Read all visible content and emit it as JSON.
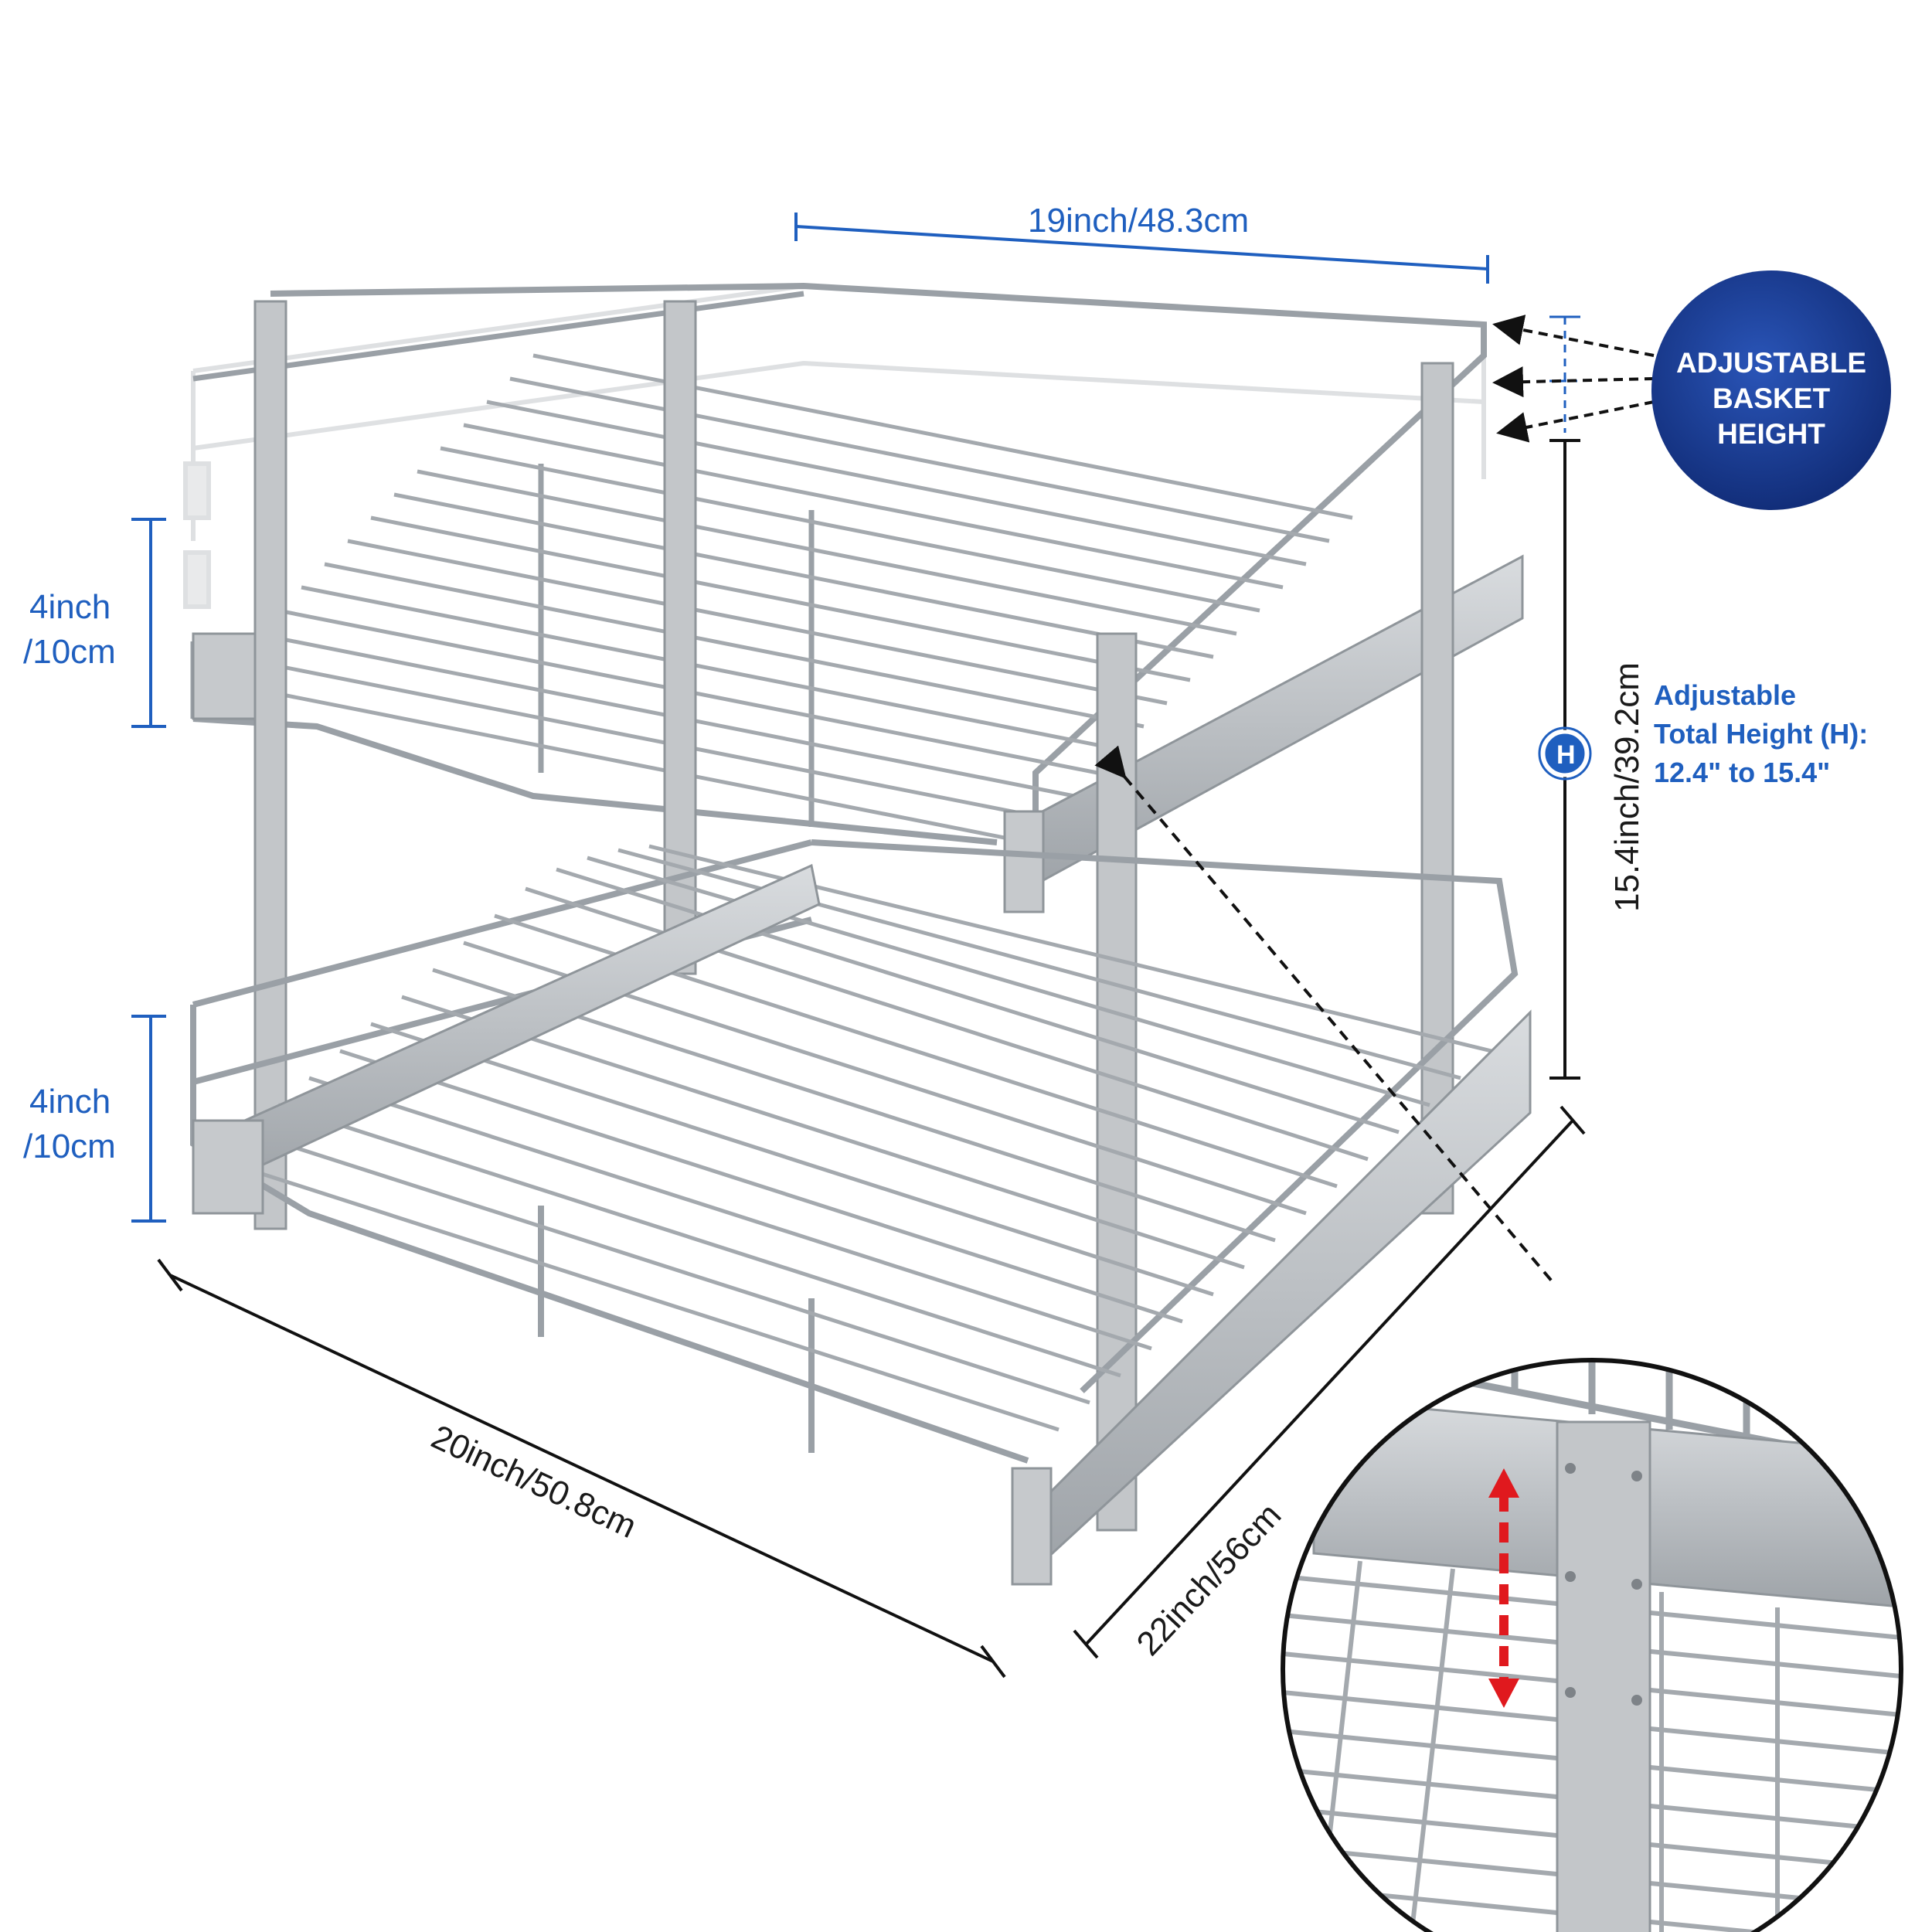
{
  "dimensions": {
    "width": "19inch/48.3cm",
    "depth_front": "20inch/50.8cm",
    "depth_side": "22inch/56cm",
    "total_height": "15.4inch/39.2cm",
    "upper_basket_height": [
      "4inch",
      "/10cm"
    ],
    "lower_basket_height": [
      "4inch",
      "/10cm"
    ]
  },
  "badge": {
    "lines": [
      "ADJUSTABLE",
      "BASKET",
      "HEIGHT"
    ],
    "color": "#173b8f"
  },
  "height_note": {
    "marker": "H",
    "lines": [
      "Adjustable",
      "Total Height (H):",
      "12.4\" to 15.4\""
    ]
  },
  "colors": {
    "dimension_blue": "#1f5fbf",
    "arrow_red": "#e0191e",
    "wire": "#9aa0a6",
    "rail": "#b9bdc1"
  },
  "icons": [
    "adjust-arrow-icon"
  ]
}
